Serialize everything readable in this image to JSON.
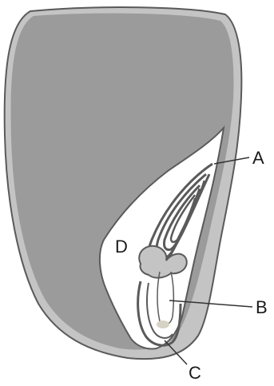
{
  "diagram": {
    "labels": {
      "a": "A",
      "b": "B",
      "c": "C",
      "d": "D"
    },
    "colors": {
      "background": "#ffffff",
      "endosperm_fill": "#9b9b9b",
      "seed_coat_fill": "#c4c4c4",
      "outline": "#5a5a5a",
      "embryo_fill": "#ffffff",
      "coleoptile_stroke": "#5a5a5a",
      "radicle_tip_fill": "#d6d3c4",
      "leader_line": "#333333"
    }
  }
}
